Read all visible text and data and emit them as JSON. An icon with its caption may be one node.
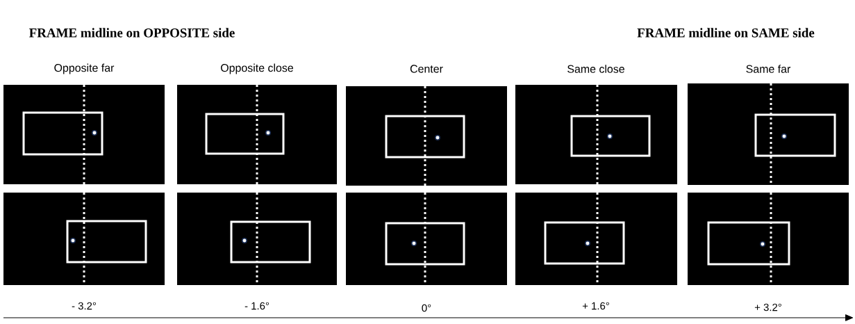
{
  "diagram": {
    "labels": [
      "FRAME midline on OPPOSITE side",
      "FRAME midline on SAME side",
      "Opposite far",
      "Opposite close",
      "Center",
      "Same close",
      "Same far",
      "- 3.2°",
      "- 1.6°",
      "0°",
      "+ 1.6°",
      "+ 3.2°"
    ]
  }
}
